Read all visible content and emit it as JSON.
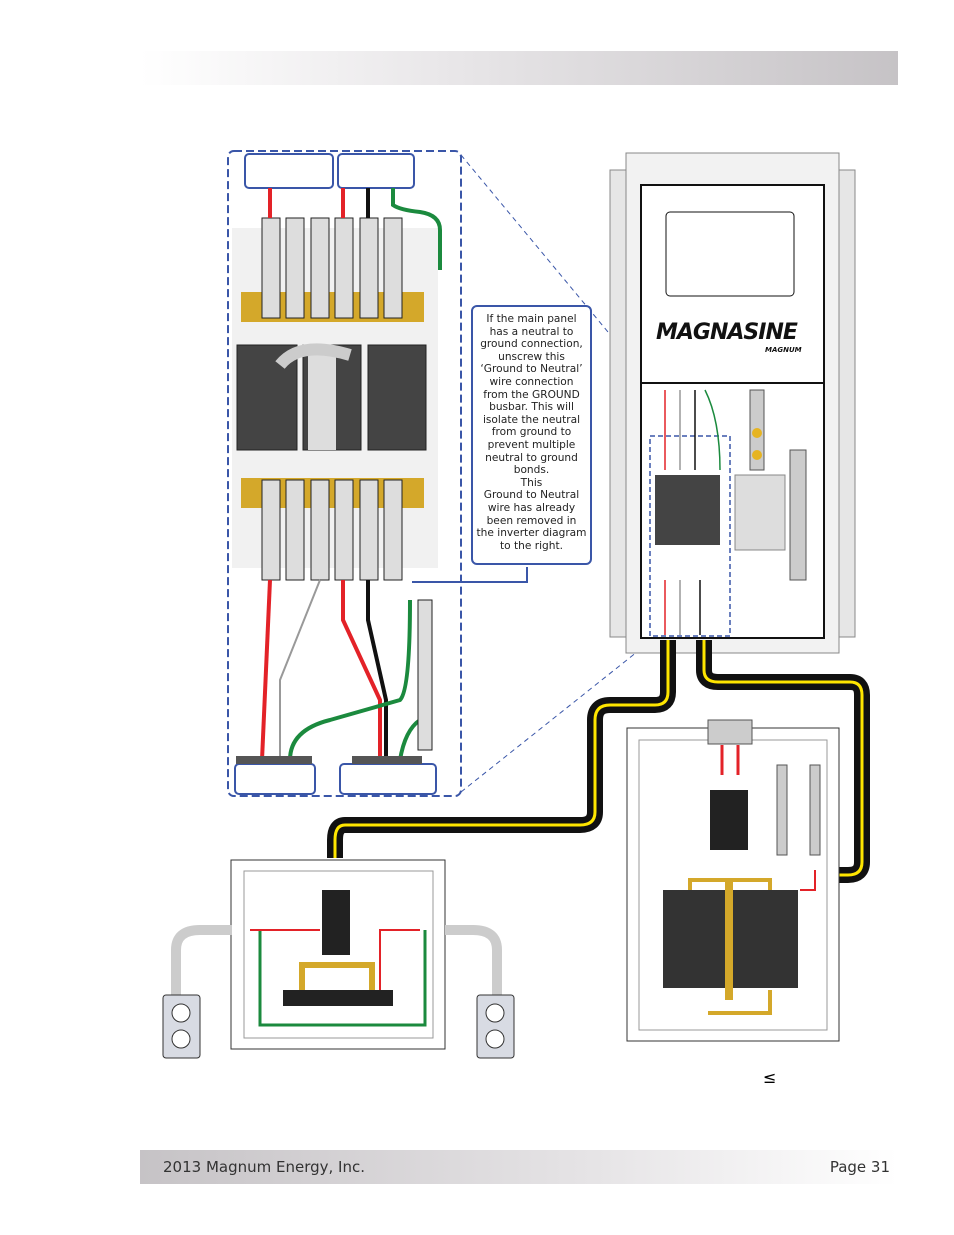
{
  "header": {},
  "callout": {
    "text": "If the main panel\nhas a neutral to\nground connection,\nunscrew this\n‘Ground to Neutral’\nwire connection\nfrom the GROUND\nbusbar.     This will\nisolate the neutral\nfrom ground to\nprevent multiple\nneutral to ground\nbonds.\n                This\nGround to Neutral\nwire has already\nbeen removed in\nthe inverter diagram\nto the right."
  },
  "inverter": {
    "logo": "MAGNASINE",
    "logo_sub": "MAGNUM"
  },
  "symbol": "≤",
  "footer": {
    "copyright": "2013 Magnum Energy, Inc.",
    "page": "Page 31"
  },
  "colors": {
    "hot_red": "#e32228",
    "neutral_white": "#ffffff",
    "ground_green": "#1b8a3e",
    "dash_blue": "#3a56a8",
    "busbar_gold": "#d4a82a",
    "flow_yellow": "#ffe600"
  }
}
